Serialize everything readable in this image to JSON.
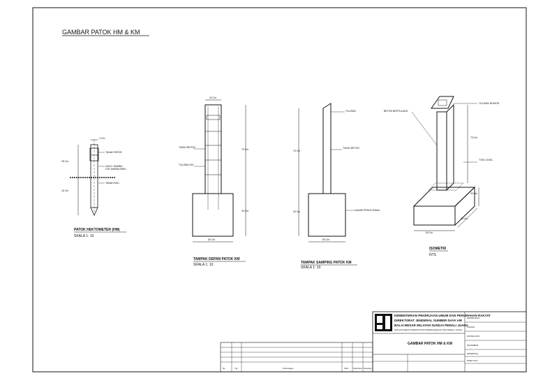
{
  "sheet": {
    "title": "GAMBAR PATOK HM & KM"
  },
  "hm_view": {
    "title": "PATOK HEKTOMETER (HM)",
    "scale": "SKALA 1: 10",
    "label_rod": "PATOK",
    "label_top_dim": "4 Cm",
    "label_left_dim": "25 Cm",
    "label_left_dim2": "15 Cm",
    "label_note1": "TANAH PATOK",
    "label_note2": "KAYU / BAMBU",
    "label_note3": "CAT WARNA BIRU",
    "label_ground": "TANAH ASLI"
  },
  "front_view": {
    "title": "TAMPAK DEPAN PATOK KM",
    "scale": "SKALA 1: 10",
    "label_top": "20 Cm",
    "label_height": "75 Cm",
    "label_base": "30 Cm",
    "label_width": "50 Cm",
    "label_rebar": "TIANG BETON",
    "label_text": "TULISAN KM"
  },
  "side_view": {
    "title": "TAMPAK SAMPING PATOK KM",
    "scale": "SKALA 1: 10",
    "label_top": "TULISAN",
    "label_height": "75 Cm",
    "label_base": "30 Cm",
    "label_width": "50 Cm",
    "label_column": "TIANG BETON",
    "label_ground": "DASAR PERLETAKAN"
  },
  "iso_view": {
    "title": "ISOMETRI",
    "scale": "NTS",
    "label_top": "TULISAN NOMOR",
    "label_side": "BETON BERTULANG",
    "label_height": "75 Cm",
    "label_level": "TITIK LEVEL",
    "label_base": "30 Cm",
    "label_depth": "30 Cm",
    "label_width": "50 Cm"
  },
  "title_block": {
    "org_line1": "KEMENTERIAN PEKERJAAN UMUM DAN PERUMAHAN RAKYAT",
    "org_line2": "DIREKTORAT JENDERAL SUMBER DAYA AIR",
    "org_line3": "BALAI BESAR WILAYAH SUNGAI PEMALI JUANA",
    "org_line4": "SATUAN KERJA OPERASI DAN PEMELIHARAAN SDA PEMALI JUANA",
    "drawing_title": "GAMBAR PATOK HM & KM",
    "row_labels": [
      "No",
      "Tgl",
      "Keterangan",
      "Oleh",
      "Diperiksa",
      "Disetujui"
    ],
    "right_rows": [
      "PEKERJAAN",
      "LOKASI",
      "KONSULTAN",
      "DIGAMBAR",
      "DIPERIKSA",
      "DISETUJUI"
    ]
  }
}
